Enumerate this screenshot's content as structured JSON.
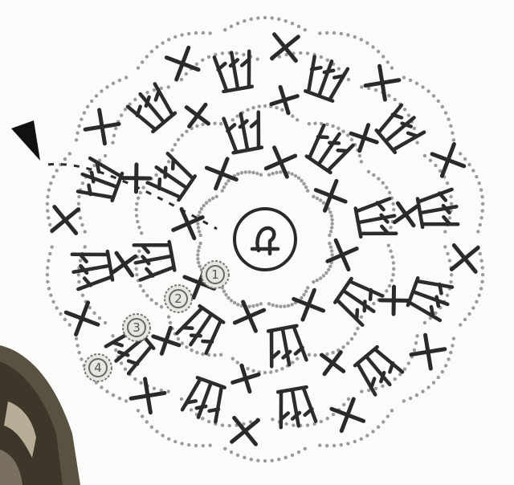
{
  "pattern": {
    "center_ring_label": "ℓ",
    "row_numbers": [
      "1",
      "2",
      "3",
      "4"
    ],
    "ink_color": "#2a2a2a",
    "chain_dot_color": "#9a9a9a",
    "start_marker": "black-triangle-arrow",
    "symbols": [
      "single-crochet-x",
      "triple-stitch-cluster",
      "chain-dot"
    ]
  }
}
